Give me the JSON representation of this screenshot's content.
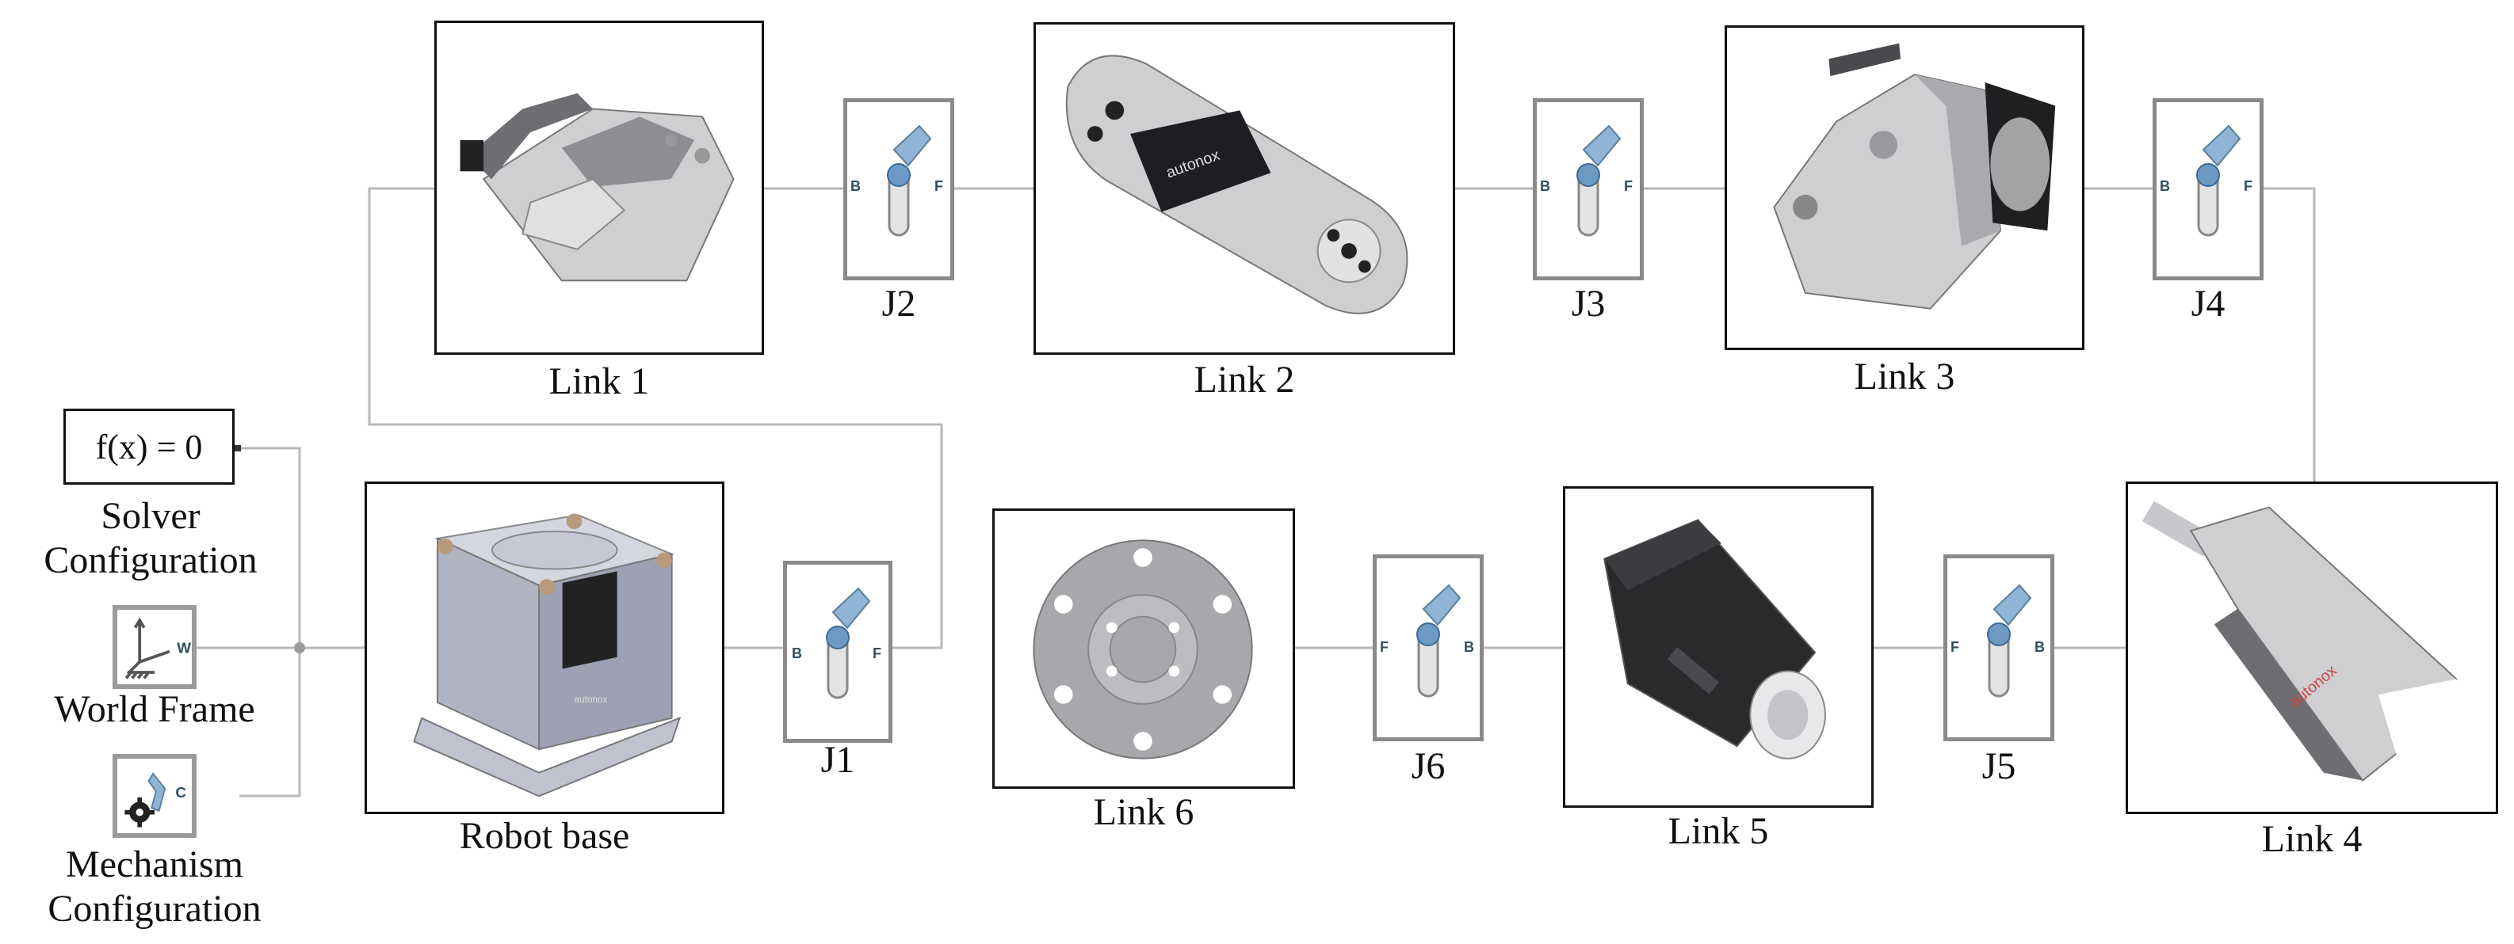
{
  "blocks": {
    "solver": {
      "expr": "f(x) = 0",
      "label_line1": "Solver",
      "label_line2": "Configuration"
    },
    "world": {
      "port": "W",
      "label": "World Frame"
    },
    "mechanism": {
      "port": "C",
      "label_line1": "Mechanism",
      "label_line2": "Configuration"
    },
    "robot_base": {
      "label": "Robot base"
    },
    "link1": {
      "label": "Link 1"
    },
    "link2": {
      "label": "Link 2"
    },
    "link3": {
      "label": "Link 3"
    },
    "link4": {
      "label": "Link 4"
    },
    "link5": {
      "label": "Link 5"
    },
    "link6": {
      "label": "Link 6"
    }
  },
  "joints": {
    "j1": {
      "label": "J1",
      "left_port": "B",
      "right_port": "F"
    },
    "j2": {
      "label": "J2",
      "left_port": "B",
      "right_port": "F"
    },
    "j3": {
      "label": "J3",
      "left_port": "B",
      "right_port": "F"
    },
    "j4": {
      "label": "J4",
      "left_port": "B",
      "right_port": "F"
    },
    "j5": {
      "label": "J5",
      "left_port": "F",
      "right_port": "B"
    },
    "j6": {
      "label": "J6",
      "left_port": "F",
      "right_port": "B"
    }
  },
  "logo_text": "autonox",
  "colors": {
    "wire": "#b8b8b8",
    "joint_border": "#8a8a8a",
    "part_light": "#c9c9cc",
    "part_dark": "#2a2a2a",
    "port_text": "#2f4f5f",
    "joint_blue": "#8fb4d6"
  }
}
